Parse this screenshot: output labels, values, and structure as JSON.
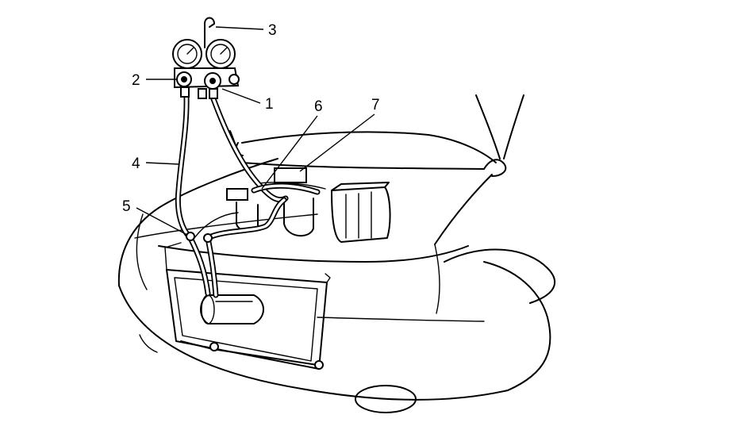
{
  "diagram": {
    "callouts": [
      {
        "id": "1",
        "label": "1"
      },
      {
        "id": "2",
        "label": "2"
      },
      {
        "id": "3",
        "label": "3"
      },
      {
        "id": "4",
        "label": "4"
      },
      {
        "id": "5",
        "label": "5"
      },
      {
        "id": "6",
        "label": "6"
      },
      {
        "id": "7",
        "label": "7"
      }
    ]
  },
  "colors": {
    "line": "#000000",
    "background": "#ffffff"
  }
}
